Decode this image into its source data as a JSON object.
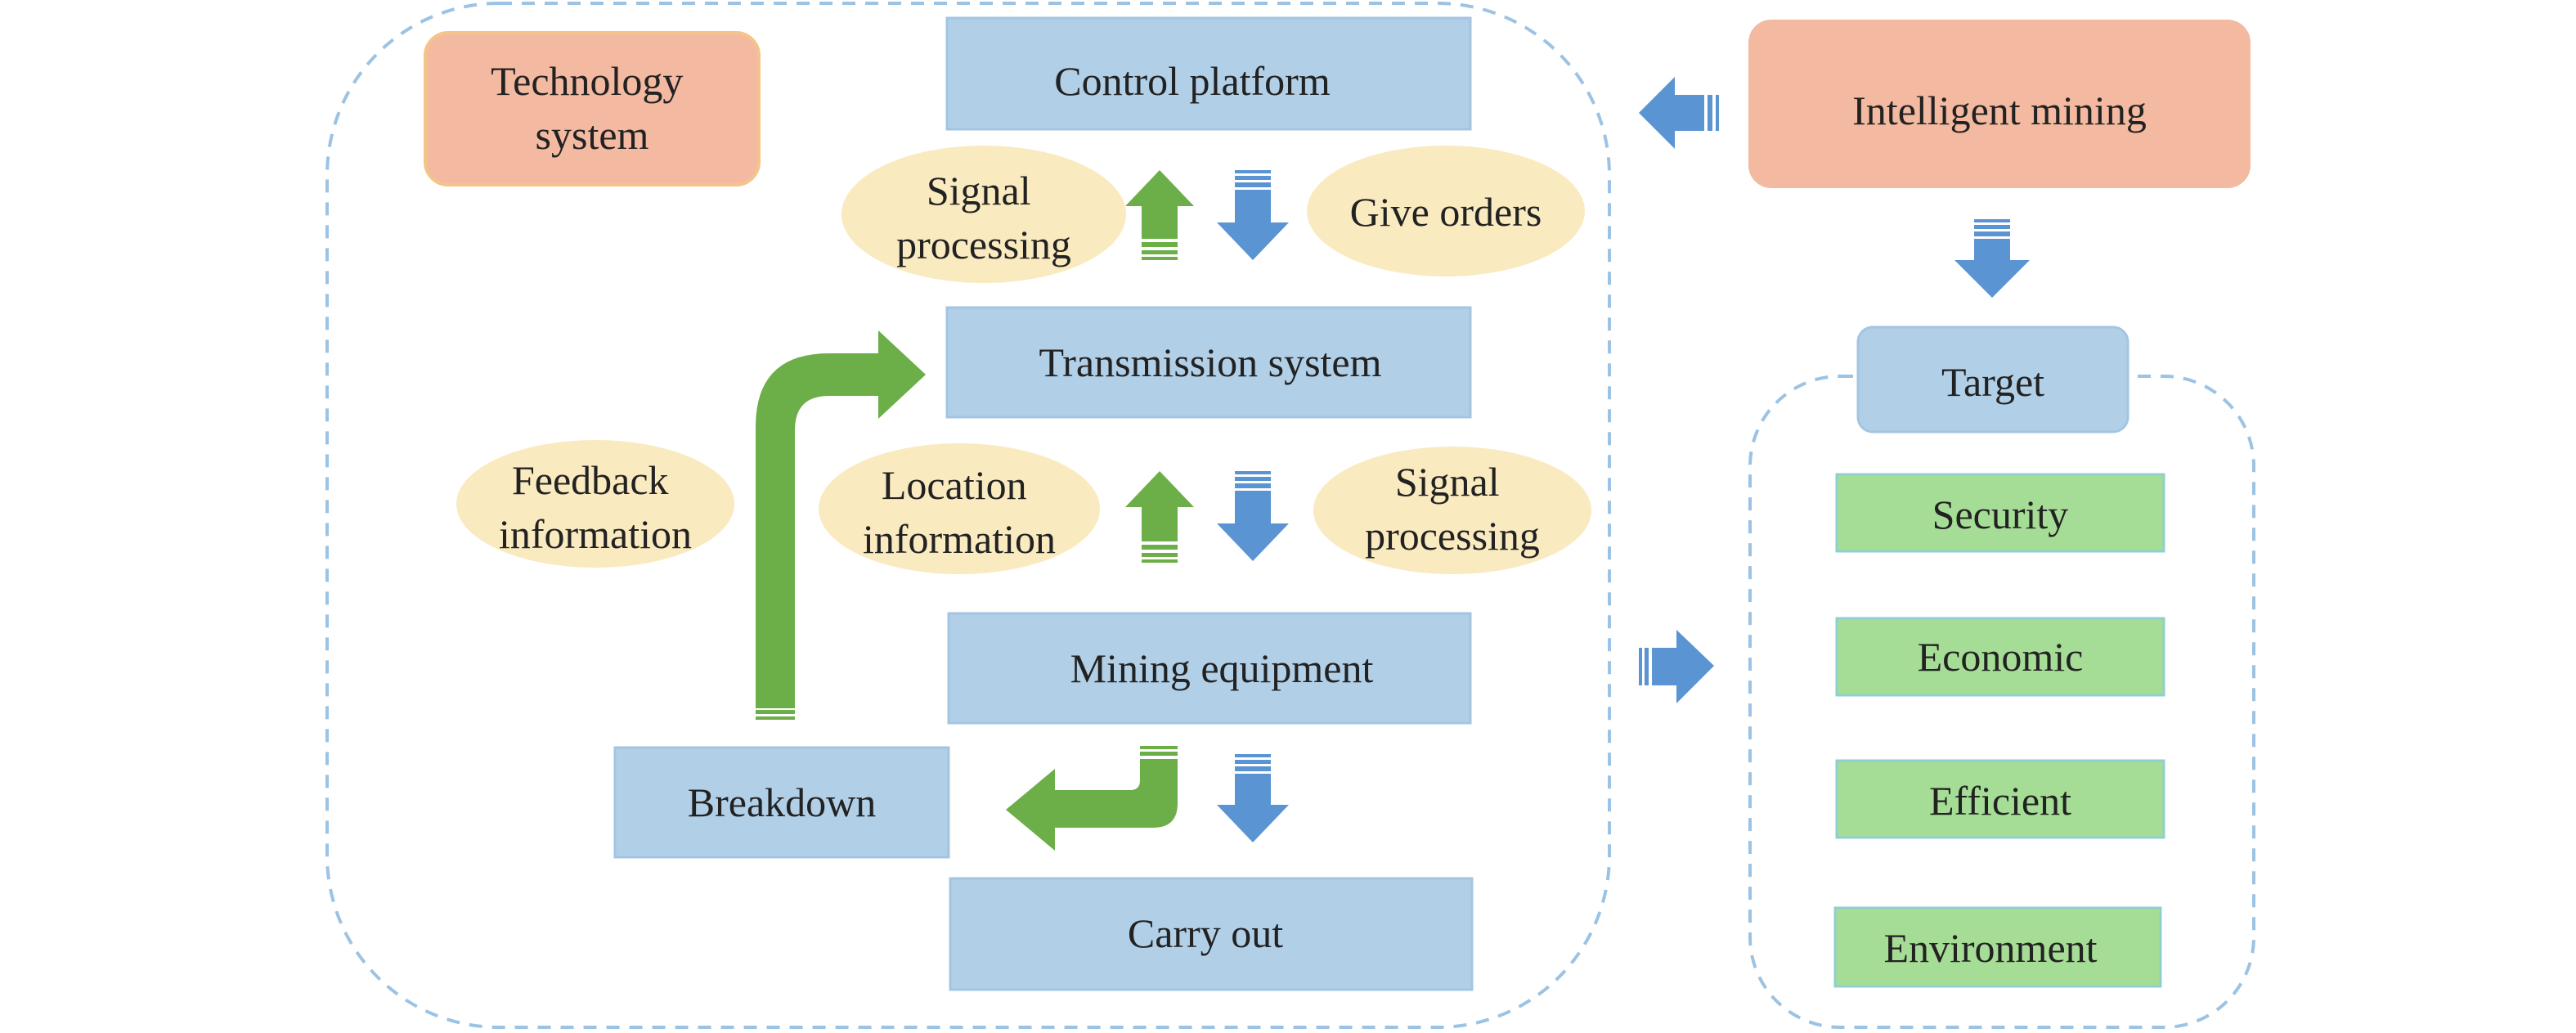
{
  "colors": {
    "box_blue": "#b1cfe7",
    "box_blue_stroke": "#a3c5e2",
    "salmon": "#f3b9a1",
    "salmon_stroke": "#f4c48a",
    "ellipse_yellow": "#faeac0",
    "green_box": "#a6dd96",
    "green_arrow": "#6cae47",
    "blue_arrow": "#5b94d3",
    "dash_blue": "#9cc3e3",
    "text": "#222222"
  },
  "technology_system": {
    "label": [
      "Technology",
      "system"
    ],
    "control_platform": "Control platform",
    "signal_processing_top": [
      "Signal",
      "processing"
    ],
    "give_orders": "Give orders",
    "transmission_system": "Transmission system",
    "feedback_information": [
      "Feedback",
      "information"
    ],
    "location_information": [
      "Location",
      "information"
    ],
    "signal_processing_mid": [
      "Signal",
      "processing"
    ],
    "mining_equipment": "Mining equipment",
    "breakdown": "Breakdown",
    "carry_out": "Carry out"
  },
  "intelligent_mining": "Intelligent mining",
  "target": {
    "label": "Target",
    "items": [
      "Security",
      "Economic",
      "Efficient",
      "Environment"
    ]
  }
}
